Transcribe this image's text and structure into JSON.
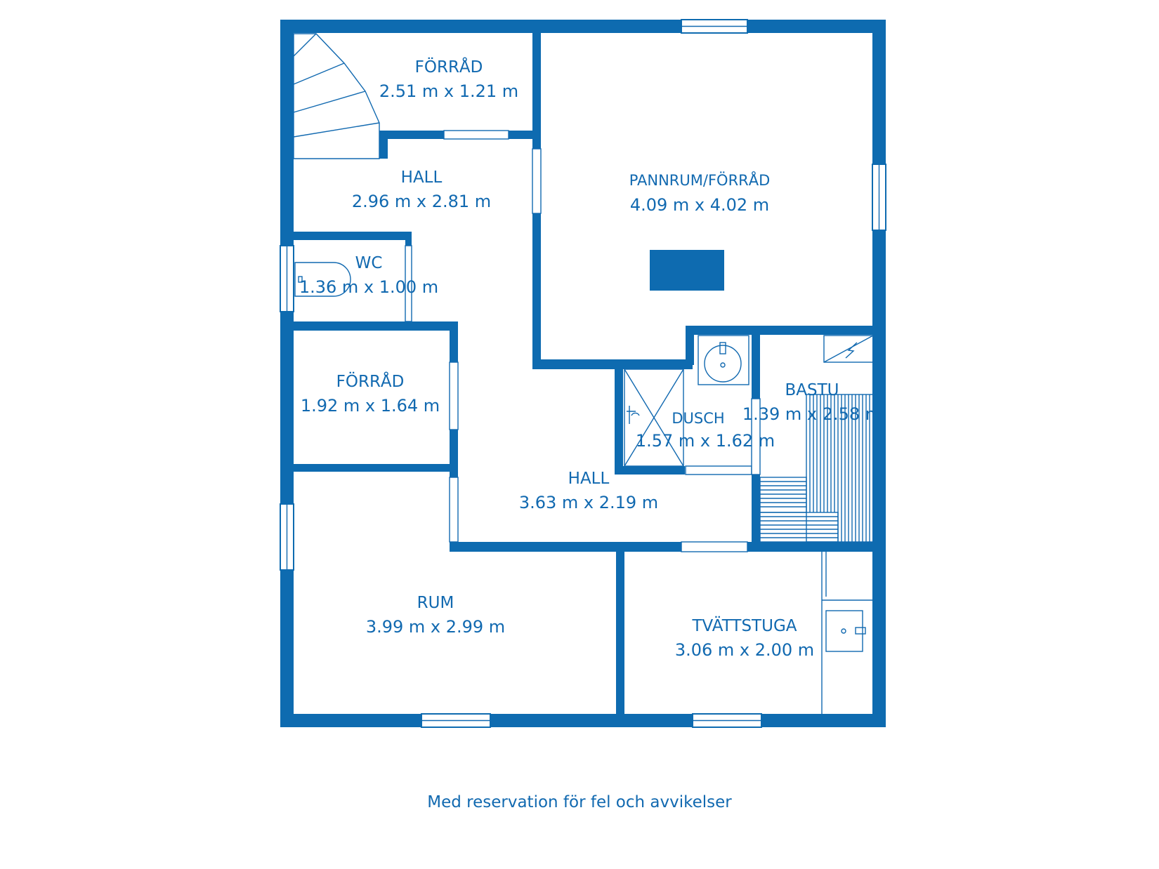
{
  "colors": {
    "wall": "#0E6BB0",
    "text": "#1169B0",
    "background": "#FFFFFF"
  },
  "rooms": [
    {
      "id": "forrad-top",
      "name": "FÖRRÅD",
      "size": "2.51 m x 1.21 m"
    },
    {
      "id": "hall-upper",
      "name": "HALL",
      "size": "2.96 m x 2.81 m"
    },
    {
      "id": "pannrum",
      "name": "PANNRUM/FÖRRÅD",
      "size": "4.09 m x 4.02 m"
    },
    {
      "id": "wc",
      "name": "WC",
      "size": "1.36 m x 1.00 m"
    },
    {
      "id": "forrad-mid",
      "name": "FÖRRÅD",
      "size": "1.92 m x 1.64 m"
    },
    {
      "id": "dusch",
      "name": "DUSCH",
      "size": "1.57 m x 1.62 m"
    },
    {
      "id": "bastu",
      "name": "BASTU",
      "size": "1.39 m x 2.58 m"
    },
    {
      "id": "hall-lower",
      "name": "HALL",
      "size": "3.63 m x 2.19 m"
    },
    {
      "id": "rum",
      "name": "RUM",
      "size": "3.99 m x 2.99 m"
    },
    {
      "id": "tvattstuga",
      "name": "TVÄTTSTUGA",
      "size": "3.06 m x 2.00 m"
    }
  ],
  "fixtures": [
    "stairs-icon",
    "toilet-icon",
    "boiler-icon",
    "sink-icon",
    "shower-icon",
    "sauna-bench-icon",
    "sauna-heater-icon",
    "laundry-sink-icon"
  ],
  "disclaimer": "Med reservation för fel och avvikelser"
}
